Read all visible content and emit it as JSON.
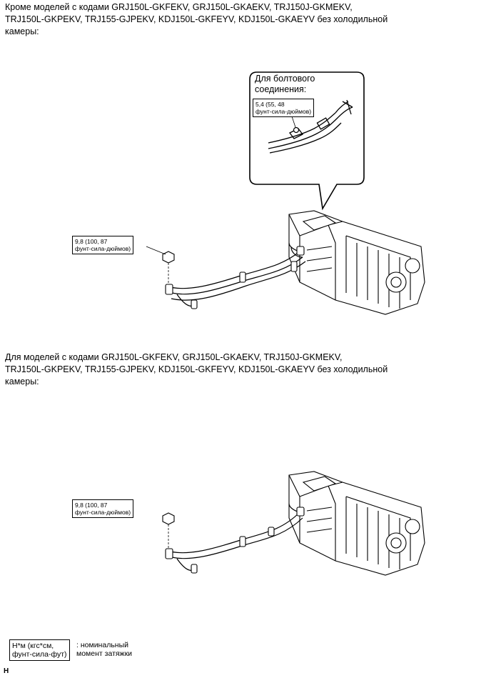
{
  "headings": {
    "top": {
      "line1": "Кроме моделей с кодами GRJ150L-GKFEKV, GRJ150L-GKAEKV, TRJ150J-GKMEKV,",
      "line2": "TRJ150L-GKPEKV, TRJ155-GJPEKV, KDJ150L-GKFEYV, KDJ150L-GKAEYV без холодильной",
      "line3": "камеры:"
    },
    "bottom": {
      "line1": "Для моделей с кодами GRJ150L-GKFEKV, GRJ150L-GKAEKV, TRJ150J-GKMEKV,",
      "line2": "TRJ150L-GKPEKV, TRJ155-GJPEKV, KDJ150L-GKFEYV, KDJ150L-GKAEYV без холодильной",
      "line3": "камеры:"
    }
  },
  "callout": {
    "title_line1": "Для болтового",
    "title_line2": "соединения:",
    "torque_line1": "5,4 (55, 48",
    "torque_line2": "фунт-сила-дюймов)"
  },
  "torque_top": {
    "line1": "9,8 (100, 87",
    "line2": "фунт-сила-дюймов)"
  },
  "torque_bottom": {
    "line1": "9,8 (100, 87",
    "line2": "фунт-сила-дюймов)"
  },
  "legend": {
    "box_line1": "Н*м (кгс*см,",
    "box_line2": "фунт-сила-фут)",
    "desc_line1": ": номинальный",
    "desc_line2": "момент затяжки"
  },
  "corner_mark": "H"
}
